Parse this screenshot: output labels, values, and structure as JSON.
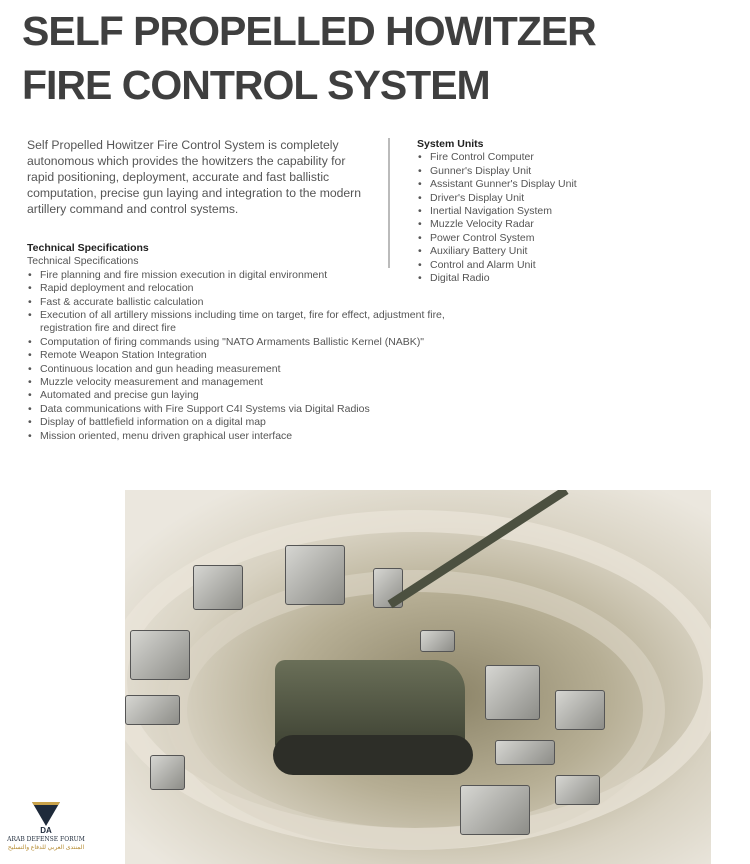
{
  "title_line1": "SELF PROPELLED HOWITZER",
  "title_line2": "FIRE CONTROL SYSTEM",
  "intro": "Self Propelled Howitzer Fire Control System is completely autonomous which provides the howitzers the capability for rapid positioning, deployment, accurate and fast ballistic computation, precise gun laying and integration to the modern artillery command and control systems.",
  "specs": {
    "heading": "Technical Specifications",
    "subheading": "Technical Specifications",
    "items": [
      "Fire planning and fire mission execution in digital environment",
      "Rapid deployment and relocation",
      "Fast & accurate ballistic calculation",
      "Execution of all artillery missions including time on target, fire for effect, adjustment fire, registration fire and direct fire",
      "Computation of firing commands using \"NATO Armaments Ballistic Kernel (NABK)\"",
      "Remote Weapon Station Integration",
      "Continuous location and gun heading measurement",
      "Muzzle velocity measurement and management",
      "Automated and precise gun laying",
      "Data communications with Fire Support C4I Systems via Digital Radios",
      "Display of battlefield information on a digital map",
      "Mission oriented, menu driven graphical user interface"
    ]
  },
  "units": {
    "heading": "System Units",
    "items": [
      "Fire Control Computer",
      "Gunner's Display Unit",
      "Assistant Gunner's Display Unit",
      "Driver's Display Unit",
      "Inertial Navigation System",
      "Muzzle Velocity Radar",
      "Power Control System",
      "Auxiliary Battery Unit",
      "Control and Alarm Unit",
      "Digital Radio"
    ]
  },
  "logo": {
    "initials": "DA",
    "name": "ARAB DEFENSE FORUM",
    "arabic": "المنتدى العربي للدفاع والتسليح"
  }
}
